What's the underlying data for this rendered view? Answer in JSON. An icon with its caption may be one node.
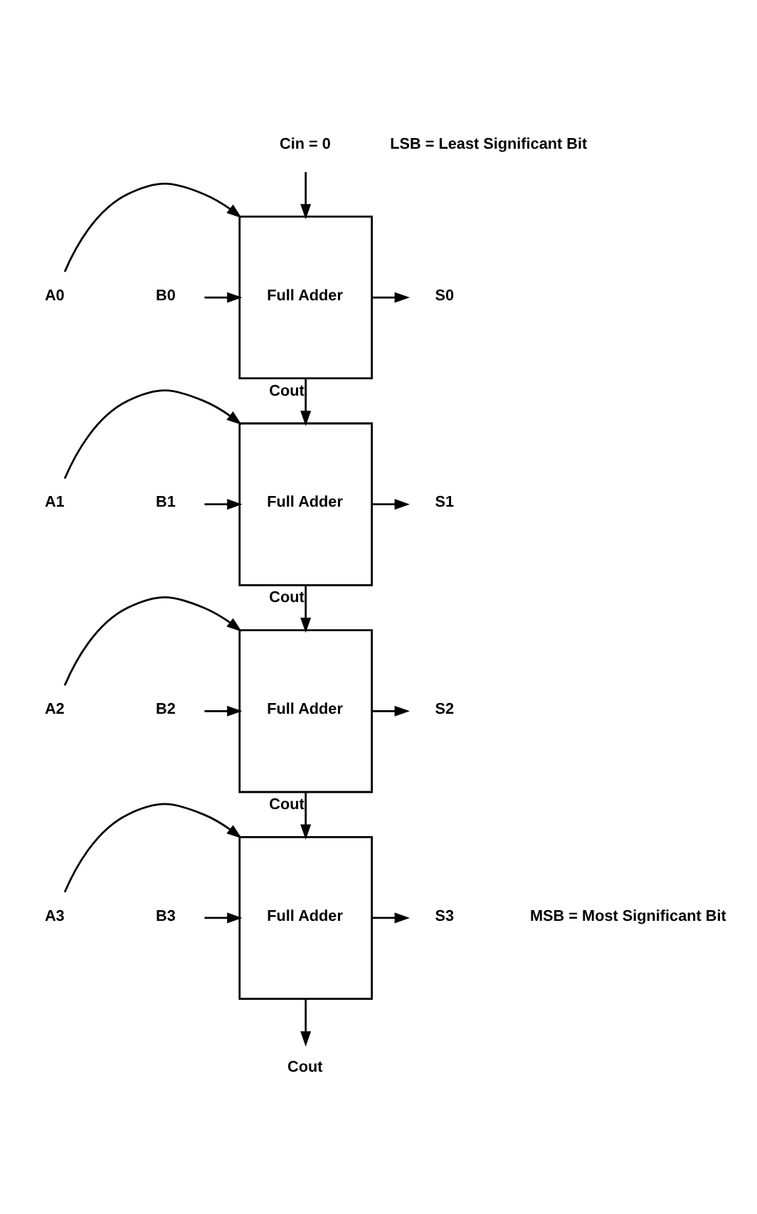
{
  "diagram": {
    "nodes": [
      {
        "text": [
          "Cin = 0"
        ]
      },
      {
        "text": [
          "Full Adder"
        ]
      },
      {
        "text": [
          "A0"
        ]
      },
      {
        "text": [
          "B0"
        ]
      },
      {
        "text": [
          "S0"
        ]
      },
      {
        "text": [
          "Full Adder"
        ]
      },
      {
        "text": [
          "A1"
        ]
      },
      {
        "text": [
          "B1"
        ]
      },
      {
        "text": [
          "S1"
        ]
      },
      {
        "text": [
          "Full Adder"
        ]
      },
      {
        "text": [
          "A2"
        ]
      },
      {
        "text": [
          "B2"
        ]
      },
      {
        "text": [
          "S2"
        ]
      },
      {
        "text": [
          "Full Adder"
        ]
      },
      {
        "text": [
          "A3"
        ]
      },
      {
        "text": [
          "B3"
        ]
      },
      {
        "text": [
          "S3"
        ]
      },
      {
        "text": [
          "Cout"
        ]
      }
    ],
    "edges": [
      {
        "from": 0,
        "to": 1,
        "arrow": "to"
      },
      {
        "from": 2,
        "to": 1,
        "arrow": "to"
      },
      {
        "from": 3,
        "to": 1,
        "arrow": "to"
      },
      {
        "from": 1,
        "to": 4,
        "arrow": "to"
      },
      {
        "from": 1,
        "to": 5,
        "arrow": "to",
        "label": "Cout"
      },
      {
        "from": 6,
        "to": 5,
        "arrow": "to"
      },
      {
        "from": 7,
        "to": 5,
        "arrow": "to"
      },
      {
        "from": 5,
        "to": 8,
        "arrow": "to"
      },
      {
        "from": 5,
        "to": 9,
        "arrow": "to",
        "label": "Cout"
      },
      {
        "from": 10,
        "to": 9,
        "arrow": "to"
      },
      {
        "from": 11,
        "to": 9,
        "arrow": "to"
      },
      {
        "from": 9,
        "to": 12,
        "arrow": "to"
      },
      {
        "from": 9,
        "to": 13,
        "arrow": "to",
        "label": "Cout"
      },
      {
        "from": 14,
        "to": 13,
        "arrow": "to"
      },
      {
        "from": 15,
        "to": 13,
        "arrow": "to"
      },
      {
        "from": 13,
        "to": 16,
        "arrow": "to"
      },
      {
        "from": 13,
        "to": 17,
        "arrow": "to"
      }
    ],
    "labels": [
      "LSB = Least Significant Bit",
      "MSB = Most Significant Bit"
    ]
  }
}
